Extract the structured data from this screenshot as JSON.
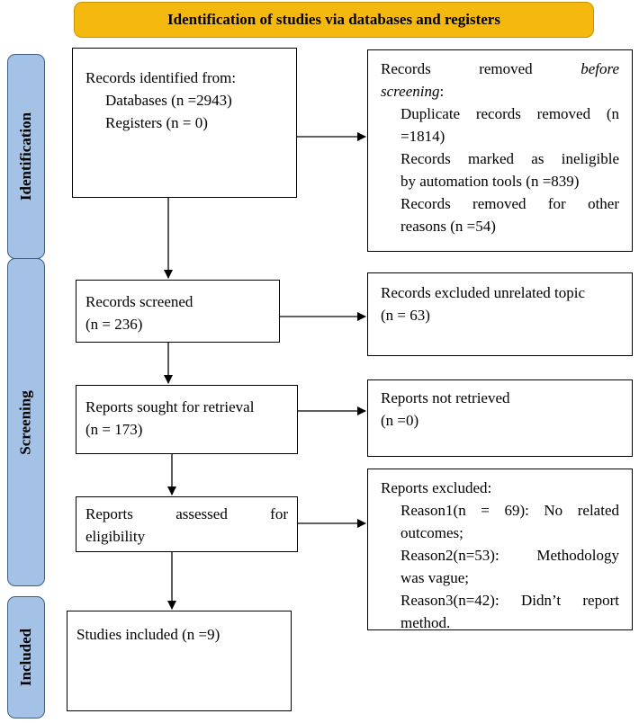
{
  "header": {
    "title": "Identification of studies via databases and registers"
  },
  "phases": {
    "identification": "Identification",
    "screening": "Screening",
    "included": "Included"
  },
  "identified": {
    "title": "Records identified from:",
    "databases": "Databases (n =2943)",
    "registers": "Registers (n = 0)"
  },
  "removed": {
    "title_prefix": "Records removed",
    "title_italic_1": "before",
    "title_italic_2": "screening",
    "title_suffix": ":",
    "duplicates_1": "Duplicate records removed (n",
    "duplicates_2": "=1814)",
    "ineligible_1": "Records marked as ineligible",
    "ineligible_2": "by automation tools (n =839)",
    "other_1": "Records removed for other",
    "other_2": "reasons (n =54)"
  },
  "screened": {
    "title": "Records screened",
    "count": "(n = 236)"
  },
  "excluded_topic": {
    "title": "Records excluded unrelated topic",
    "count": "(n = 63)"
  },
  "sought": {
    "title": "Reports sought for retrieval",
    "count": "(n = 173)"
  },
  "not_retrieved": {
    "title": "Reports not retrieved",
    "count": "(n =0)"
  },
  "assessed": {
    "line1": "Reports assessed for",
    "line2": "eligibility"
  },
  "reports_excluded": {
    "title": "Reports excluded:",
    "reason1_1": "Reason1(n = 69): No related",
    "reason1_2": "outcomes;",
    "reason2_1": "Reason2(n=53): Methodology",
    "reason2_2": "was vague;",
    "reason3_1": "Reason3(n=42): Didn’t report",
    "reason3_2": "method."
  },
  "included": {
    "title": "Studies included (n =9)"
  }
}
